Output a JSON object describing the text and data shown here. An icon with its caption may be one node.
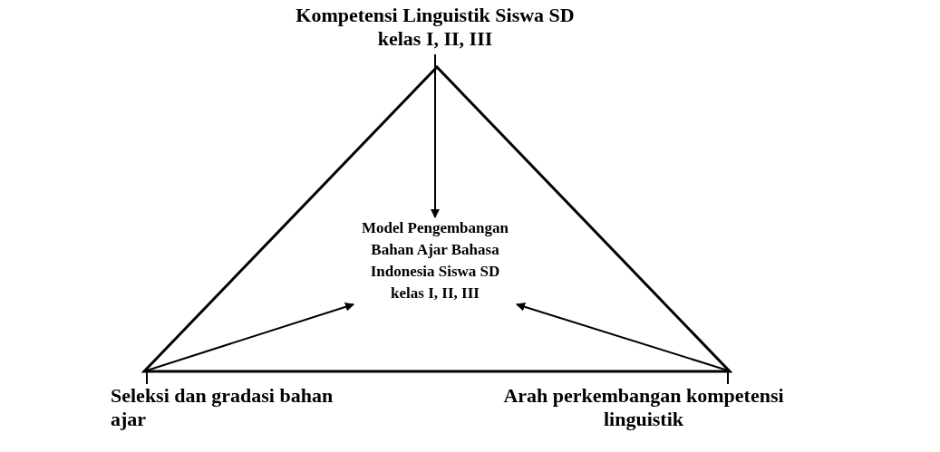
{
  "diagram": {
    "nodes": [
      {
        "text": [
          "Kompetensi Linguistik Siswa SD kelas I, II, III"
        ]
      },
      {
        "text": [],
        "shape": "triangle"
      },
      {
        "text": [
          "Model Pengembangan Bahan Ajar Bahasa Indonesia Siswa SD kelas I, II, III"
        ],
        "in": 1
      },
      {
        "text": [
          "Seleksi dan gradasi bahan ajar"
        ]
      },
      {
        "text": [
          "Arah perkembangan kompetensi linguistik"
        ]
      }
    ],
    "edges": [
      {
        "from": 0,
        "to": 2,
        "arrow": "to"
      },
      {
        "from": 3,
        "to": 2,
        "arrow": "to"
      },
      {
        "from": 4,
        "to": 2,
        "arrow": "to"
      }
    ]
  }
}
